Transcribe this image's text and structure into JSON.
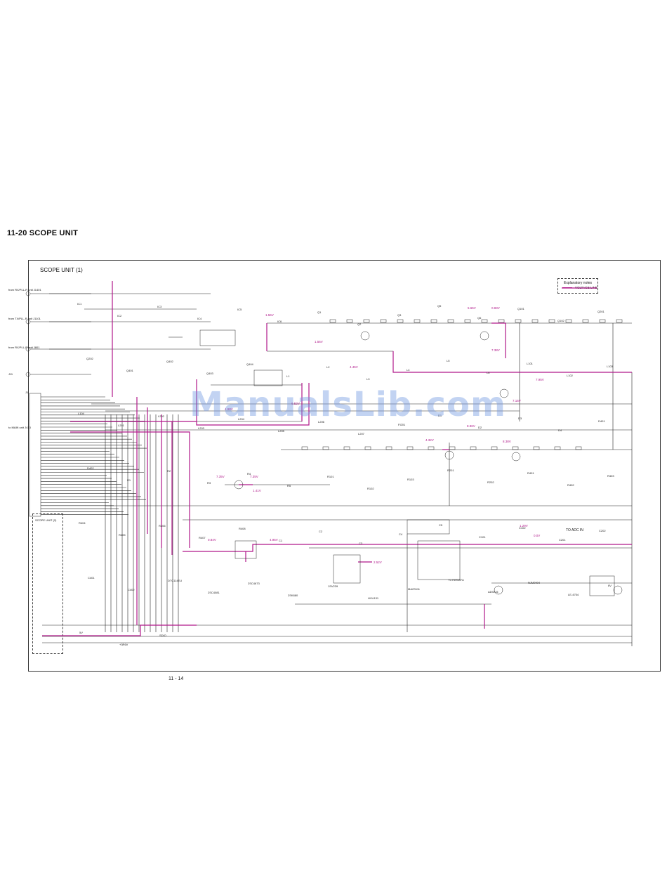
{
  "page": {
    "section_title": "11-20 SCOPE UNIT",
    "unit_title": "SCOPE UNIT (1)",
    "page_number": "11 - 14",
    "watermark": "ManualsLib.com"
  },
  "legend": {
    "title": "Explanatory notes",
    "line_label": "VOLTAGE LINE",
    "line_color": "#b0188a"
  },
  "to_adc_label": "TO ADC IN",
  "connectors_left": [
    {
      "tag": "from RX/PLL-R unit J1401"
    },
    {
      "tag": "from TX/PLL-R unit J1101"
    },
    {
      "tag": "from RX/PLL-R unit J801"
    },
    {
      "tag": "J11"
    },
    {
      "tag": "J1"
    },
    {
      "tag": "to MAIN unit J413"
    }
  ],
  "scope_unit_box_label": "SCOPE UNIT (2)",
  "voltage_labels": [
    "1.56V",
    "6.52V",
    "1.56V",
    "4.45V",
    "5.65V",
    "0.83V",
    "7.38V",
    "7.95V",
    "7.15V",
    "8.96V",
    "4.32V",
    "8.38V",
    "7.35V",
    "7.35V",
    "1.41V",
    "0.84V",
    "4.95V",
    "2.52V",
    "1.29V",
    "0.0V",
    "4.98V"
  ],
  "component_labels": [
    "IC1",
    "IC2",
    "IC3",
    "IC4",
    "IC5",
    "IC6",
    "Q1",
    "Q2",
    "Q3",
    "Q5",
    "Q6",
    "Q101",
    "Q102",
    "Q201",
    "Q202",
    "Q401",
    "Q402",
    "Q403",
    "Q404",
    "L1",
    "L2",
    "L3",
    "L4",
    "L5",
    "L6",
    "L101",
    "L102",
    "L103",
    "L104",
    "L201",
    "L202",
    "L203",
    "L204",
    "L205",
    "L206",
    "L207",
    "FI201",
    "D1",
    "D2",
    "D3",
    "D4",
    "D401",
    "D402",
    "R1",
    "R2",
    "R3",
    "R4",
    "R5",
    "R101",
    "R102",
    "R103",
    "R201",
    "R202",
    "R401",
    "R402",
    "R403",
    "R404",
    "R405",
    "R406",
    "R407",
    "R408",
    "C1",
    "C2",
    "C3",
    "C4",
    "C5",
    "C101",
    "C102",
    "C201",
    "C202",
    "C401",
    "C402",
    "DTC114EU",
    "2SC4081",
    "2SC4673",
    "2SK880",
    "1SV239",
    "HVU131",
    "MA2S111",
    "TC7SH08FU",
    "AD9215",
    "NJM2904",
    "LE-4754",
    "8V",
    "5V",
    "+3R6V",
    "SDIO"
  ]
}
